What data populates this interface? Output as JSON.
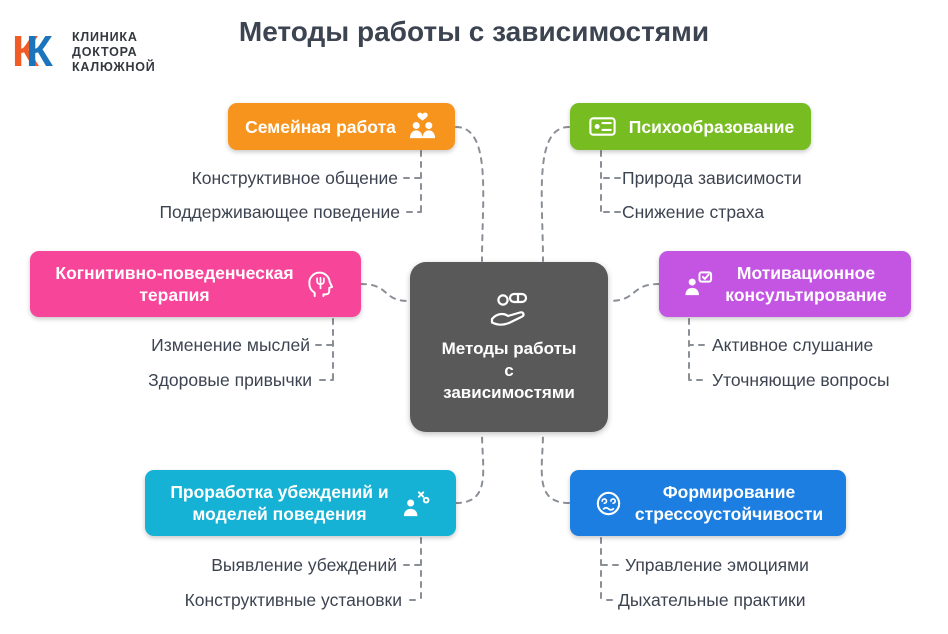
{
  "title": "Методы работы с зависимостями",
  "logo": {
    "mark_letter": "К",
    "mark_colors": {
      "left": "#F15B25",
      "right": "#1B74BC"
    },
    "line1": "КЛИНИКА",
    "line2": "ДОКТОРА",
    "line3": "КАЛЮЖНОЙ"
  },
  "center": {
    "label": "Методы работы\nс\nзависимостями",
    "icon": "hand-with-pills-icon",
    "color": "#595959"
  },
  "branches": [
    {
      "id": "family",
      "label": "Семейная работа",
      "icon": "family-heart-icon",
      "color": "#F7941E",
      "items": [
        "Конструктивное общение",
        "Поддерживающее поведение"
      ]
    },
    {
      "id": "psychoeducation",
      "label": "Психообразование",
      "icon": "education-board-icon",
      "color": "#77BC20",
      "items": [
        "Природа зависимости",
        "Снижение страха"
      ]
    },
    {
      "id": "cbt",
      "label": "Когнитивно-поведенческая\nтерапия",
      "icon": "psi-head-icon",
      "color": "#F7459A",
      "items": [
        "Изменение мыслей",
        "Здоровые привычки"
      ]
    },
    {
      "id": "motivational",
      "label": "Мотивационное\nконсультирование",
      "icon": "counseling-chat-icon",
      "color": "#C455E3",
      "items": [
        "Активное слушание",
        "Уточняющие вопросы"
      ]
    },
    {
      "id": "beliefs",
      "label": "Проработка убеждений и\nмоделей поведения",
      "icon": "beliefs-person-icon",
      "color": "#15B2D5",
      "items": [
        "Выявление убеждений",
        "Конструктивные установки"
      ]
    },
    {
      "id": "stress",
      "label": "Формирование\nстрессоустойчивости",
      "icon": "stress-face-icon",
      "color": "#1C7EE0",
      "items": [
        "Управление эмоциями",
        "Дыхательные практики"
      ]
    }
  ],
  "connector_color": "#8A8F96"
}
